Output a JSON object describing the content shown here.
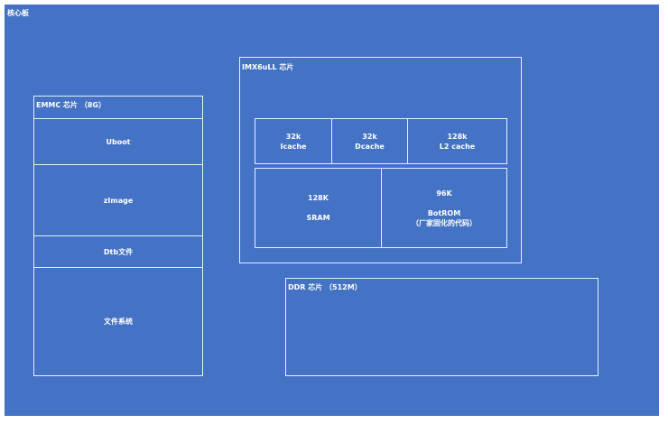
{
  "board": {
    "title": "核心板"
  },
  "emmc": {
    "title": "EMMC 芯片 （8G）",
    "sections": [
      "Uboot",
      "zImage",
      "Dtb文件",
      "文件系统"
    ]
  },
  "imx": {
    "title": "IMX6uLL 芯片",
    "caches": [
      {
        "size": "32k",
        "name": "Icache"
      },
      {
        "size": "32k",
        "name": "Dcache"
      },
      {
        "size": "128k",
        "name": "L2 cache"
      }
    ],
    "sram": {
      "size": "128K",
      "name": "SRAM"
    },
    "bootrom": {
      "size": "96K",
      "name": "BotROM",
      "note": "（厂家固化的代码）"
    }
  },
  "ddr": {
    "title": "DDR 芯片 （512M）"
  }
}
